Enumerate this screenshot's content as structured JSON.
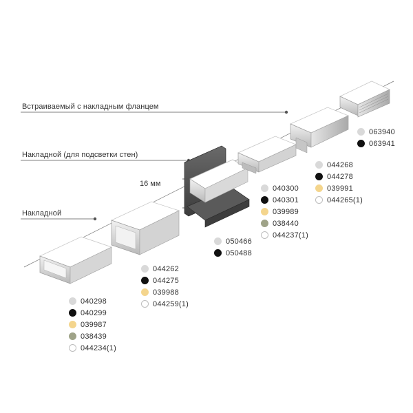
{
  "categories": {
    "built_in_flange": "Встраиваемый с накладным фланцем",
    "surface_wall": "Накладной (для подсветки стен)",
    "surface": "Накладной"
  },
  "dimension": {
    "width_label": "16 мм"
  },
  "profiles": [
    {
      "id": "p1",
      "items": [
        {
          "code": "040298",
          "color": "#d9d9d9"
        },
        {
          "code": "040299",
          "color": "#111111"
        },
        {
          "code": "039987",
          "color": "#f4d58d"
        },
        {
          "code": "038439",
          "color": "#9fa388"
        },
        {
          "code": "044234(1)",
          "color": "#ffffff"
        }
      ]
    },
    {
      "id": "p2",
      "items": [
        {
          "code": "044262",
          "color": "#d9d9d9"
        },
        {
          "code": "044275",
          "color": "#111111"
        },
        {
          "code": "039988",
          "color": "#f4d58d"
        },
        {
          "code": "044259(1)",
          "color": "#ffffff"
        }
      ]
    },
    {
      "id": "p3",
      "items": [
        {
          "code": "050466",
          "color": "#d9d9d9"
        },
        {
          "code": "050488",
          "color": "#111111"
        }
      ]
    },
    {
      "id": "p4",
      "items": [
        {
          "code": "040300",
          "color": "#d9d9d9"
        },
        {
          "code": "040301",
          "color": "#111111"
        },
        {
          "code": "039989",
          "color": "#f4d58d"
        },
        {
          "code": "038440",
          "color": "#9fa388"
        },
        {
          "code": "044237(1)",
          "color": "#ffffff"
        }
      ]
    },
    {
      "id": "p5",
      "items": [
        {
          "code": "044268",
          "color": "#d9d9d9"
        },
        {
          "code": "044278",
          "color": "#111111"
        },
        {
          "code": "039991",
          "color": "#f4d58d"
        },
        {
          "code": "044265(1)",
          "color": "#ffffff"
        }
      ]
    },
    {
      "id": "p6",
      "items": [
        {
          "code": "063940",
          "color": "#d9d9d9"
        },
        {
          "code": "063941",
          "color": "#111111"
        }
      ]
    }
  ]
}
